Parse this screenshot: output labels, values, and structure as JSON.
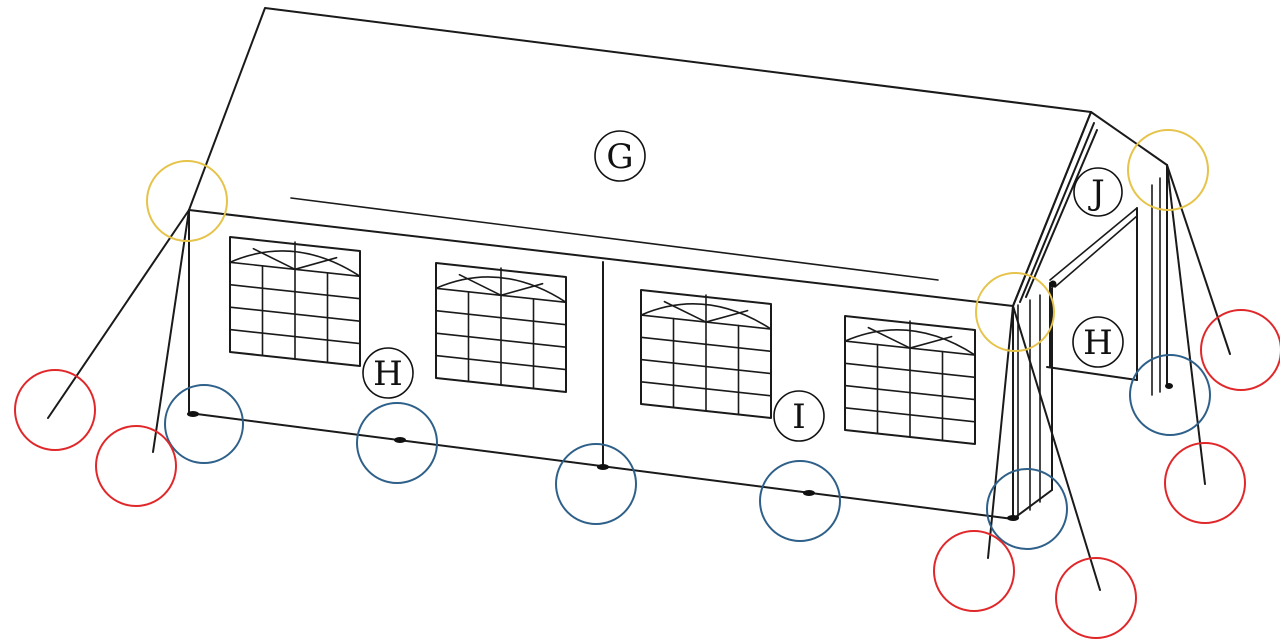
{
  "diagram": {
    "labels": {
      "G": "G",
      "H1": "H",
      "H2": "H",
      "I": "I",
      "J": "J"
    },
    "marker_colors": {
      "corner_joint": "#e6c34a",
      "foot_pole": "#2e6089",
      "ground_stake": "#e0282b"
    }
  }
}
